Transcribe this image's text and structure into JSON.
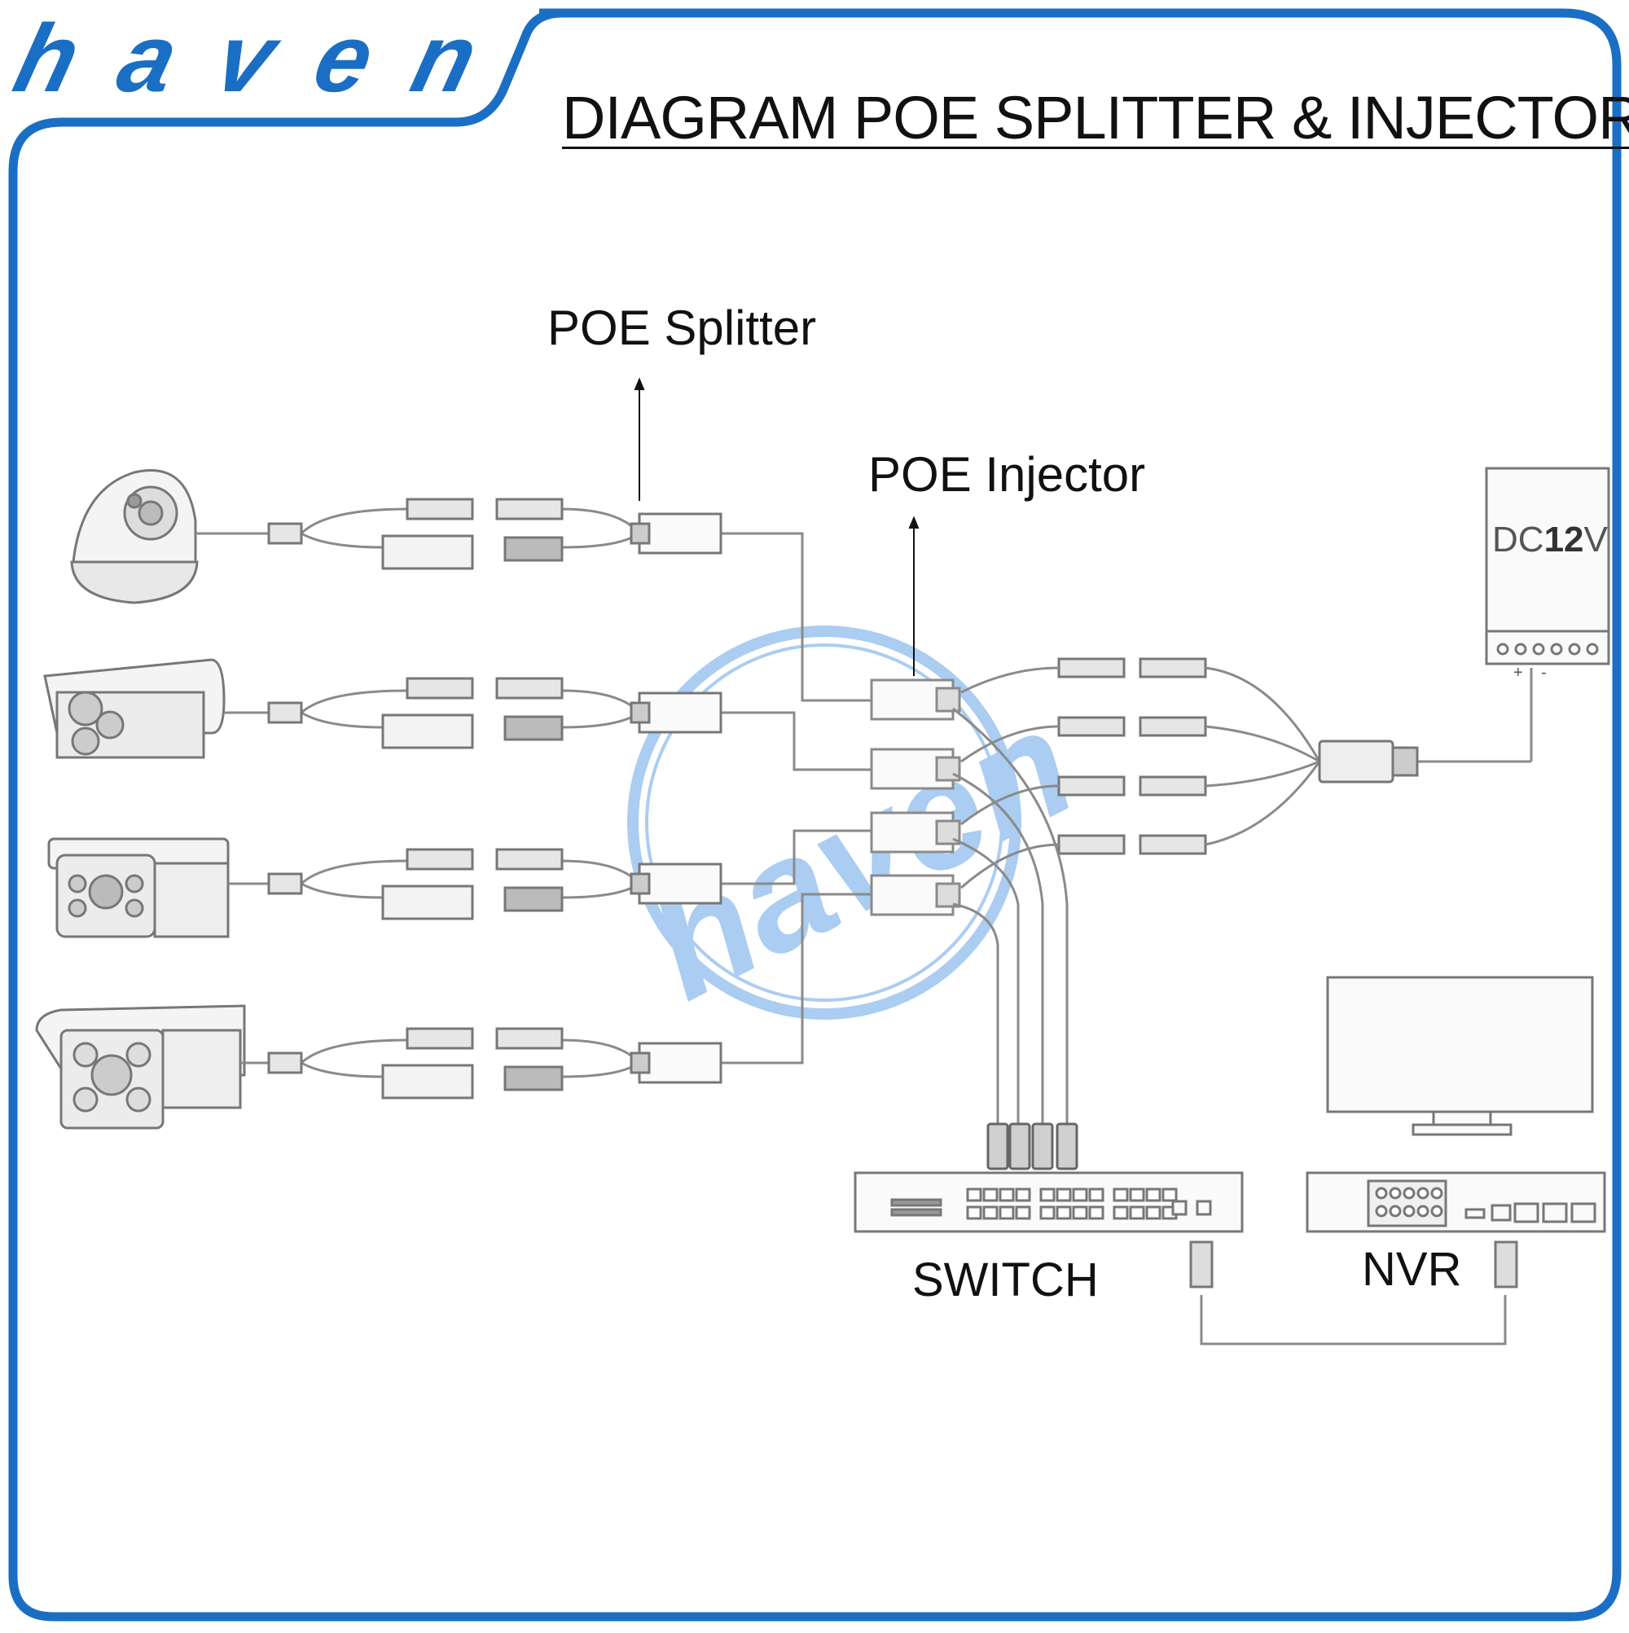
{
  "brand": {
    "name": "haven",
    "color": "#1a6fc4",
    "watermark_color": "#9cc5ef"
  },
  "title": "DIAGRAM POE SPLITTER & INJECTOR",
  "labels": {
    "splitter": "POE Splitter",
    "injector": "POE Injector",
    "switch": "SWITCH",
    "nvr": "NVR",
    "power_prefix": "DC",
    "power_value": "12",
    "power_unit": "V",
    "power_plus": "+",
    "power_minus": "-"
  },
  "cameras": [
    {
      "type": "dome-camera"
    },
    {
      "type": "bullet-camera"
    },
    {
      "type": "box-camera"
    },
    {
      "type": "housing-camera"
    }
  ],
  "colors": {
    "line": "#8a8a8a",
    "frame": "#1a6fc4",
    "device": "#777777"
  }
}
